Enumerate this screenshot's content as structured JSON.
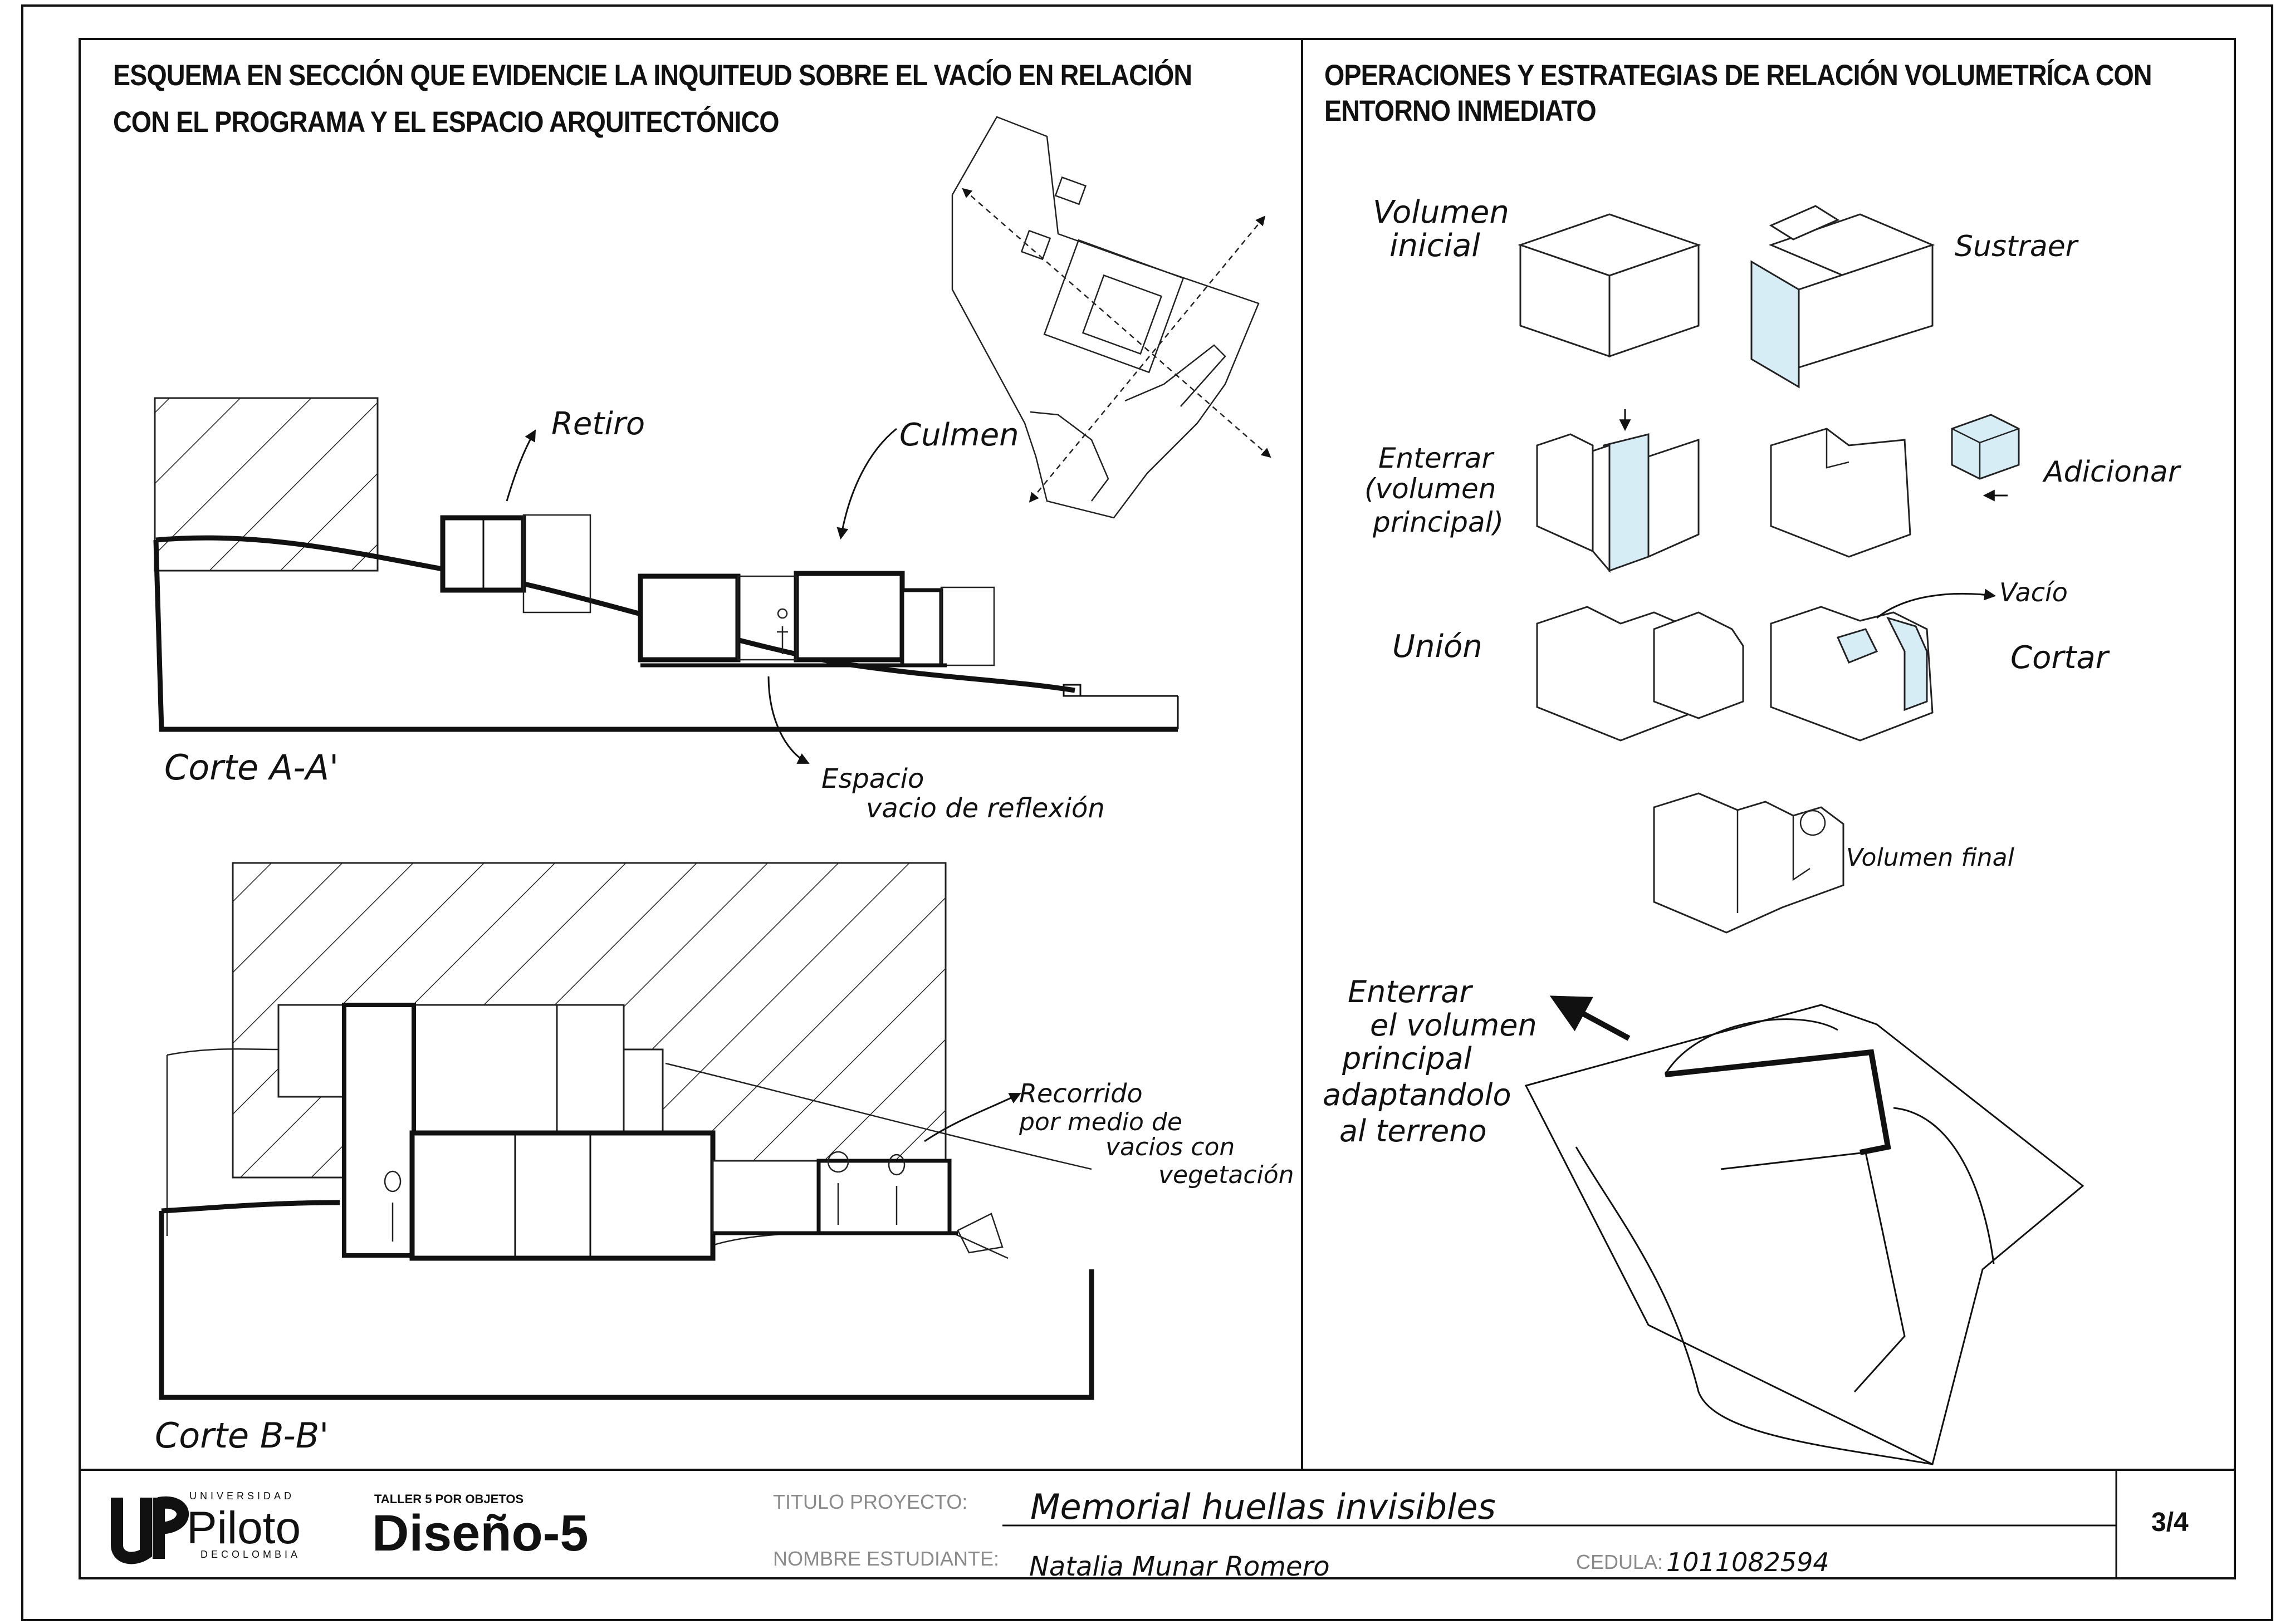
{
  "left_panel": {
    "title_line1": "ESQUEMA EN SECCIÓN QUE EVIDENCIE LA INQUITEUD SOBRE EL VACÍO EN RELACIÓN",
    "title_line2": "CON EL PROGRAMA Y EL ESPACIO ARQUITECTÓNICO",
    "section_a": {
      "caption": "Corte A-A'",
      "annotations": [
        "Retiro",
        "Culmen",
        "Espacio",
        "vacio de reflexión"
      ]
    },
    "section_b": {
      "caption": "Corte B-B'",
      "annotations": [
        "Recorrido",
        "por medio de",
        "vacios con",
        "vegetación"
      ]
    }
  },
  "right_panel": {
    "title_line1": "OPERACIONES Y ESTRATEGIAS DE RELACIÓN VOLUMETRÍCA CON",
    "title_line2": "ENTORNO INMEDIATO",
    "operations": {
      "volumen_inicial": [
        "Volumen",
        "inicial"
      ],
      "sustraer": "Sustraer",
      "enterrar": [
        "Enterrar",
        "(volumen",
        "principal)"
      ],
      "adicionar": "Adicionar",
      "union": "Unión",
      "vacio": "Vacío",
      "cortar": "Cortar",
      "volumen_final": "Volumen final"
    },
    "site_note": [
      "Enterrar",
      "el volumen",
      "principal",
      "adaptandolo",
      "al terreno"
    ]
  },
  "title_block": {
    "university_small": "UNIVERSIDAD",
    "university_name": "Piloto",
    "university_sub": "DECOLOMBIA",
    "course_small": "TALLER 5 POR OBJETOS",
    "course": "Diseño-5",
    "project_label": "TITULO PROYECTO:",
    "project_value": "Memorial huellas invisibles",
    "student_label": "NOMBRE ESTUDIANTE:",
    "student_value": "Natalia Munar Romero",
    "id_label": "CEDULA:",
    "id_value": "1011082594",
    "sheet_number": "3/4"
  },
  "colors": {
    "ink": "#111111",
    "accent_blue": "#d6edf5",
    "label_gray": "#8a8a8a"
  }
}
